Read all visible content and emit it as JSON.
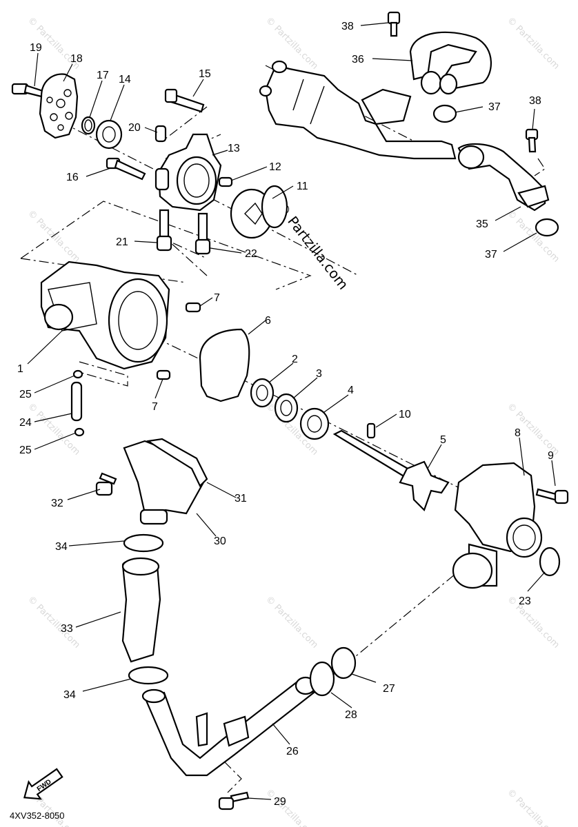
{
  "labels": {
    "p1": "1",
    "p2": "2",
    "p3": "3",
    "p4": "4",
    "p5": "5",
    "p6": "6",
    "p7a": "7",
    "p7b": "7",
    "p8": "8",
    "p9": "9",
    "p10": "10",
    "p11": "11",
    "p12": "12",
    "p13": "13",
    "p14": "14",
    "p15": "15",
    "p16": "16",
    "p17": "17",
    "p18": "18",
    "p19": "19",
    "p20": "20",
    "p21": "21",
    "p22": "22",
    "p23": "23",
    "p24": "24",
    "p25a": "25",
    "p25b": "25",
    "p26": "26",
    "p27": "27",
    "p28": "28",
    "p29": "29",
    "p30": "30",
    "p31": "31",
    "p32": "32",
    "p33": "33",
    "p34a": "34",
    "p34b": "34",
    "p35": "35",
    "p36": "36",
    "p37a": "37",
    "p37b": "37",
    "p38a": "38",
    "p38b": "38"
  },
  "diagram_code": "4XV352-8050",
  "fwd_arrow": {
    "text": "FWD",
    "icon": "forward-arrow-icon"
  },
  "watermark": {
    "text": "© Partzilla.com",
    "center_text": "© Partzilla.com"
  }
}
